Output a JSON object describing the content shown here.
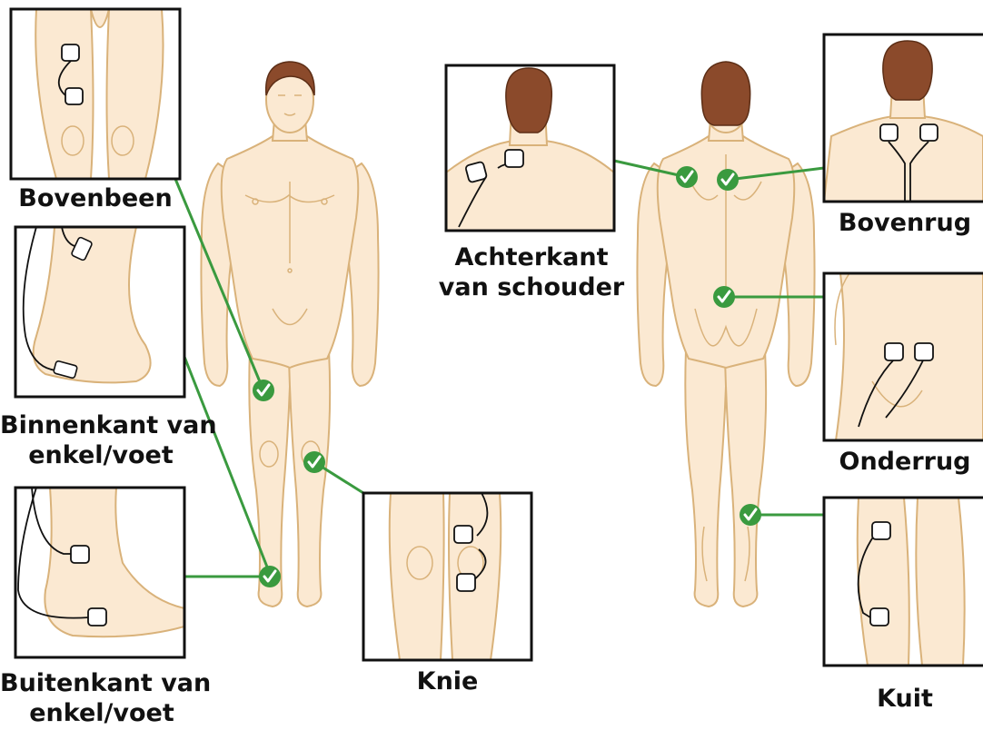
{
  "colors": {
    "skin": "#fbe9d2",
    "skin_outline": "#d9b27a",
    "hair": "#8b4a2b",
    "hair_dark": "#5c2e16",
    "connector": "#3a9a3f",
    "check_fill": "#3a9a3f",
    "frame": "#111111",
    "electrode_fill": "#ffffff",
    "wire": "#111111"
  },
  "icons": {
    "marker": "checkmark-icon",
    "electrode": "electrode-pad"
  },
  "labels": {
    "bovenbeen": "Bovenbeen",
    "binnenkant_1": "Binnenkant van",
    "binnenkant_2": "enkel/voet",
    "buitenkant_1": "Buitenkant van",
    "buitenkant_2": "enkel/voet",
    "knie": "Knie",
    "achterkant_1": "Achterkant",
    "achterkant_2": "van schouder",
    "bovenrug": "Bovenrug",
    "onderrug": "Onderrug",
    "kuit": "Kuit"
  }
}
